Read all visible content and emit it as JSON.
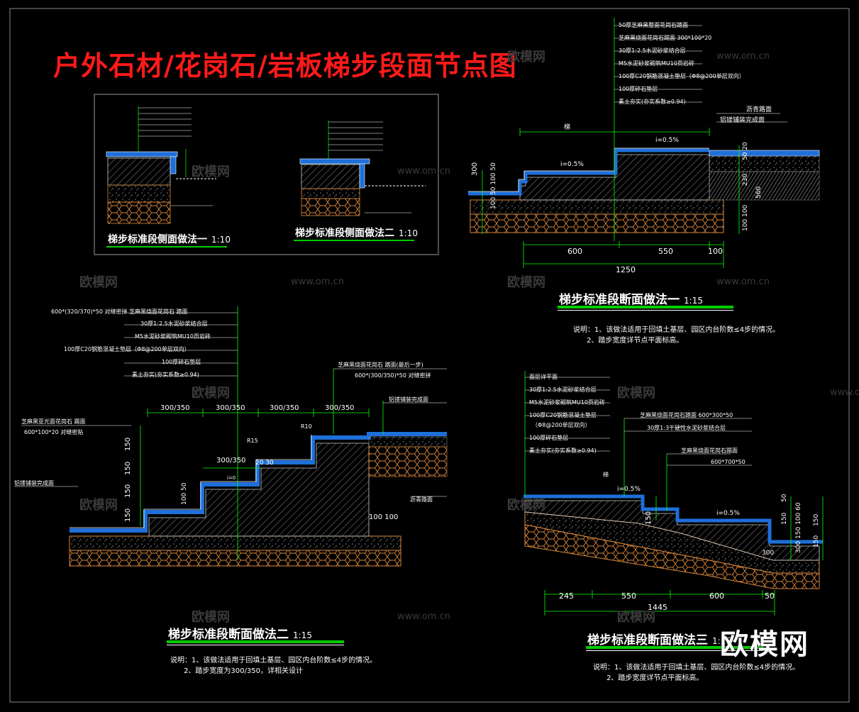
{
  "title": "户外石材/花岗石/岩板梯步段面节点图",
  "watermark": {
    "brand": "欧模网",
    "url": "www.om.cn"
  },
  "logo": "欧模网",
  "colors": {
    "title": "#ff1a1a",
    "underline": "#00cc00",
    "line": "#ffffff",
    "dim": "#00ff00",
    "stone": "#3399ff",
    "earth": "#ff9933",
    "frame": "#888888"
  },
  "sections": {
    "side1": {
      "title": "梯步标准段侧面做法一",
      "scale": "1:10"
    },
    "side2": {
      "title": "梯步标准段侧面做法二",
      "scale": "1:10"
    },
    "sec1": {
      "title": "梯步标准段断面做法一",
      "scale": "1:15",
      "layers": [
        "50厚芝麻黑整面花岗石踏面",
        "芝麻黑烧面花岗石踢面 300*100*20",
        "30厚1:2.5水泥砂浆结合层",
        "M5水泥砂浆砌筑MU10页岩砖",
        "100厚C20钢筋混凝土垫层（Φ8@200单层双向）",
        "100厚碎石垫层",
        "素土夯实(夯实系数≥0.94)"
      ],
      "right_labels": [
        "沥青路面",
        "铝镂铺装完成面"
      ],
      "dims": {
        "top": "梯",
        "slope1": "i=0.5%",
        "slope2": "i=0.5%",
        "d600": "600",
        "d550": "550",
        "d100": "100",
        "total": "1250",
        "left": "300",
        "left_stack": "100 50 100 50",
        "right_a": "50 20",
        "right_b": "230",
        "right_c": "560",
        "right_d": "100 100"
      },
      "notes": [
        "说明：1、该做法适用于回填土基层、园区内台阶数≤4步的情况。",
        "      2、踏步宽度详节点平面标高。"
      ]
    },
    "sec2": {
      "title": "梯步标准段断面做法二",
      "scale": "1:15",
      "layers": [
        "600*(320/370)*50 对缝密拼 芝麻黑烧面花岗石 踏面",
        "30厚1:2.5水泥砂浆结合层",
        "M5水泥砂浆砌筑MU10页岩砖",
        "100厚C20钢筋混凝土垫层（Φ8@200单层双向）",
        "100厚碎石垫层",
        "素土夯实(夯实系数≥0.94)"
      ],
      "left_labels": [
        "芝麻黑亚光面花岗石 踢面",
        "600*100*20 对缝密贴",
        "铝镂铺装完成面"
      ],
      "right_labels": [
        "芝麻黑烧面花岗石 踏面(最后一步)",
        "600*(300/350)*50 对缝密拼",
        "铝镂铺装完成面",
        "沥青路面"
      ],
      "dims": {
        "step": "300/350",
        "step_mid": "300/350",
        "r10": "R10",
        "r15": "R15",
        "rise": "150",
        "small": "20 30",
        "mid": "100 50",
        "bottom": "100 100",
        "slope": "i=0"
      },
      "notes": [
        "说明：1、该做法适用于回填土基层、园区内台阶数≤4步的情况。",
        "      2、踏步宽度为300/350，详相关设计"
      ]
    },
    "sec3": {
      "title": "梯步标准段断面做法三",
      "scale": "1:15",
      "layers": [
        "面层详平面",
        "30厚1:2.5水泥砂浆结合层",
        "M5水泥砂浆砌筑MU10页岩砖",
        "100厚C20钢筋混凝土垫层",
        "（Φ8@200单层双向）",
        "100厚碎石垫层",
        "素土夯实(夯实系数≥0.94)"
      ],
      "mid_labels": [
        "芝麻黑烧面花岗石踏面 600*300*50",
        "30厚1:3干硬性水泥砂浆结合层",
        "芝麻黑烧面花岗石踢面",
        "600*700*50"
      ],
      "dims": {
        "top": "梯",
        "slope1": "i=0.5%",
        "slope2": "i=0.5%",
        "d245": "245",
        "d550": "550",
        "d600": "600",
        "d50": "50",
        "total": "1445",
        "rise": "150",
        "right_a": "50",
        "right_b": "150",
        "right_c": "150",
        "right_stack": "300 150 100 60",
        "right_d": "150",
        "bottom_small": "300"
      },
      "notes": [
        "说明：1、该做法适用于回填土基层、园区内台阶数≤4步的情况。",
        "      2、踏步宽度详节点平面标高。"
      ]
    }
  }
}
